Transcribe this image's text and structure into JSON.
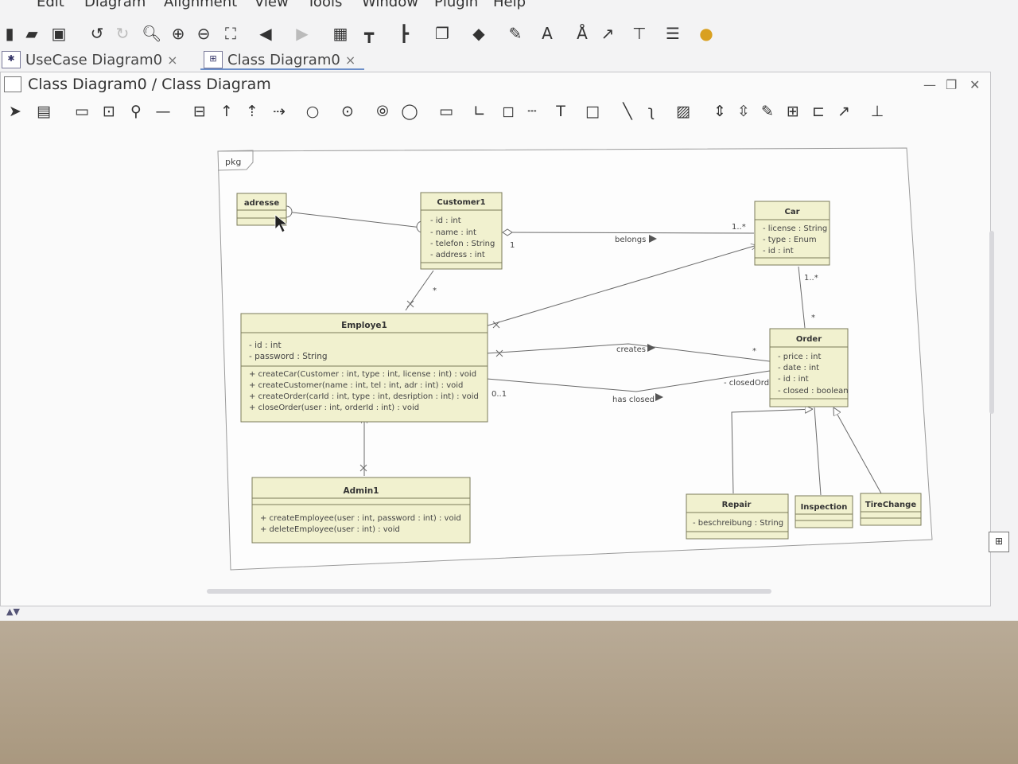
{
  "menu": [
    "Edit",
    "Diagram",
    "Alignment",
    "View",
    "Tools",
    "Window",
    "Plugin",
    "Help"
  ],
  "tabs": [
    {
      "label": "UseCase Diagram0",
      "active": false
    },
    {
      "label": "Class Diagram0",
      "active": true
    }
  ],
  "window": {
    "title": "Class Diagram0 / Class Diagram"
  },
  "diagram": {
    "package_label": "pkg",
    "classes": {
      "adresse": {
        "name": "adresse",
        "attributes": [],
        "operations": []
      },
      "customer": {
        "name": "Customer1",
        "attributes": [
          "- id : int",
          "- name : int",
          "- telefon : String",
          "- address : int"
        ]
      },
      "car": {
        "name": "Car",
        "attributes": [
          "- license : String",
          "- type : Enum",
          "- id : int"
        ]
      },
      "employe": {
        "name": "Employe1",
        "attributes": [
          "- id : int",
          "- password : String"
        ],
        "operations": [
          "+ createCar(Customer : int, type : int, license : int) : void",
          "+ createCustomer(name : int, tel : int, adr : int) : void",
          "+ createOrder(carId : int, type : int, desription : int) : void",
          "+ closeOrder(user : int, orderId : int) : void"
        ]
      },
      "order": {
        "name": "Order",
        "attributes": [
          "- price : int",
          "- date : int",
          "- id : int",
          "- closed : boolean"
        ]
      },
      "admin": {
        "name": "Admin1",
        "operations": [
          "+ createEmployee(user : int, password : int) : void",
          "+ deleteEmployee(user : int) : void"
        ]
      },
      "repair": {
        "name": "Repair",
        "attributes": [
          "- beschreibung : String"
        ]
      },
      "inspection": {
        "name": "Inspection"
      },
      "tirechange": {
        "name": "TireChange"
      }
    },
    "labels": {
      "belongs": "belongs",
      "creates": "creates",
      "has_closed": "has closed",
      "closed_orders": "- closedOrders",
      "mult_customer_1": "1",
      "mult_car_1n": "1..*",
      "mult_car_order_1n": "1..*",
      "mult_order_star": "*",
      "mult_employe_star": "*",
      "mult_creates_star": "*",
      "mult_employe_01": "0..1"
    }
  }
}
